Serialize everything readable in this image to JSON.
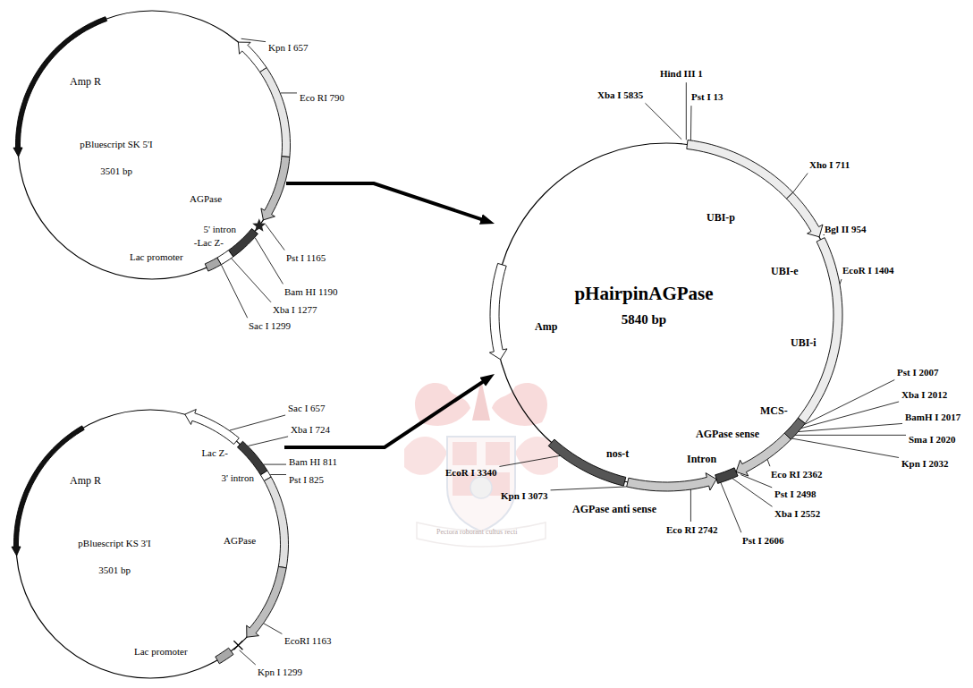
{
  "diagram": {
    "nodes": [
      {
        "text": [
          "pBluescript SK 5'I",
          "3501 bp"
        ]
      },
      {
        "text": [
          "pBluescript KS 3'I",
          "3501 bp"
        ]
      },
      {
        "text": [
          "pHairpinAGPase",
          "5840 bp"
        ]
      }
    ],
    "edges": [
      {
        "from": 0,
        "to": 2,
        "arrow": "to"
      },
      {
        "from": 1,
        "to": 2,
        "arrow": "to"
      }
    ],
    "labels": [
      "Amp R",
      "AGPase",
      "Kpn I 657",
      "Eco RI 790",
      "5' intron",
      "-Lac Z-",
      "Lac promoter",
      "Pst I 1165",
      "Bam HI 1190",
      "Xba I 1277",
      "Sac I 1299",
      "Amp R",
      "Lac Z-",
      "Sac I 657",
      "Xba I 724",
      "3' intron",
      "Bam HI 811",
      "Pst I 825",
      "AGPase",
      "EcoRI 1163",
      "Lac promoter",
      "Kpn I 1299",
      "UBI-p",
      "UBI-e",
      "UBI-i",
      "MCS-",
      "AGPase sense",
      "Intron",
      "AGPase anti sense",
      "nos-t",
      "Amp",
      "Xba I 5835",
      "Hind III 1",
      "Pst I 13",
      "Xho I 711",
      "Bgl II 954",
      "EcoR I 1404",
      "Pst I 2007",
      "Xba I 2012",
      "BamH I 2017",
      "Sma I 2020",
      "Kpn I 2032",
      "Eco RI 2362",
      "Pst I 2498",
      "Xba I 2552",
      "Pst I 2606",
      "Eco RI 2742",
      "Kpn I 3073",
      "EcoR I 3340",
      "Pectora roborant cultus recti"
    ]
  }
}
